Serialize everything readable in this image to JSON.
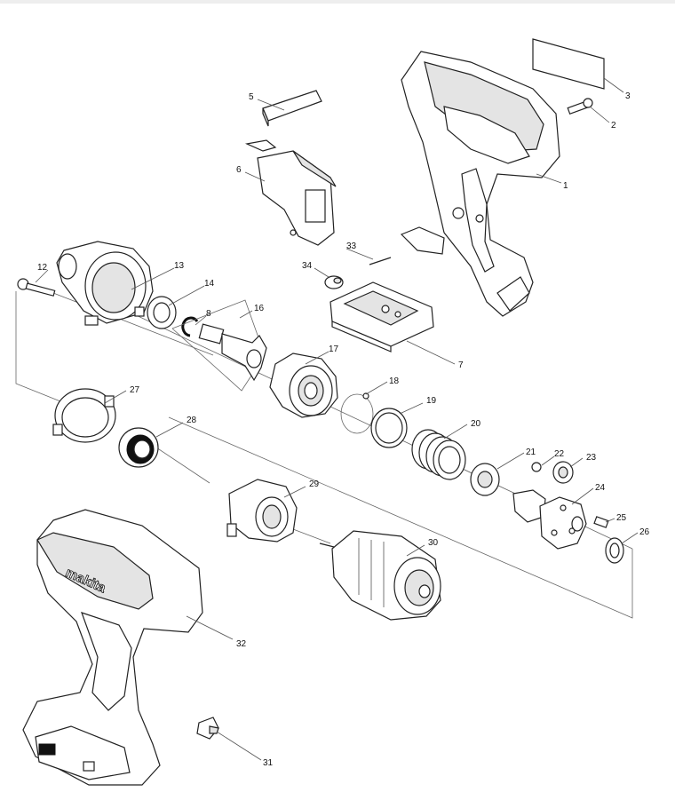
{
  "diagram": {
    "brand_text": "makita",
    "labels": [
      {
        "id": "p1",
        "text": "1"
      },
      {
        "id": "p2",
        "text": "2"
      },
      {
        "id": "p3",
        "text": "3"
      },
      {
        "id": "p5",
        "text": "5"
      },
      {
        "id": "p6",
        "text": "6"
      },
      {
        "id": "p7",
        "text": "7"
      },
      {
        "id": "p8",
        "text": "8"
      },
      {
        "id": "p12",
        "text": "12"
      },
      {
        "id": "p13",
        "text": "13"
      },
      {
        "id": "p14",
        "text": "14"
      },
      {
        "id": "p16",
        "text": "16"
      },
      {
        "id": "p17",
        "text": "17"
      },
      {
        "id": "p18",
        "text": "18"
      },
      {
        "id": "p19",
        "text": "19"
      },
      {
        "id": "p20",
        "text": "20"
      },
      {
        "id": "p21",
        "text": "21"
      },
      {
        "id": "p22",
        "text": "22"
      },
      {
        "id": "p23",
        "text": "23"
      },
      {
        "id": "p24",
        "text": "24"
      },
      {
        "id": "p25",
        "text": "25"
      },
      {
        "id": "p26",
        "text": "26"
      },
      {
        "id": "p27",
        "text": "27"
      },
      {
        "id": "p28",
        "text": "28"
      },
      {
        "id": "p29",
        "text": "29"
      },
      {
        "id": "p30",
        "text": "30"
      },
      {
        "id": "p31",
        "text": "31"
      },
      {
        "id": "p32",
        "text": "32"
      },
      {
        "id": "p33",
        "text": "33"
      },
      {
        "id": "p34",
        "text": "34"
      }
    ]
  }
}
